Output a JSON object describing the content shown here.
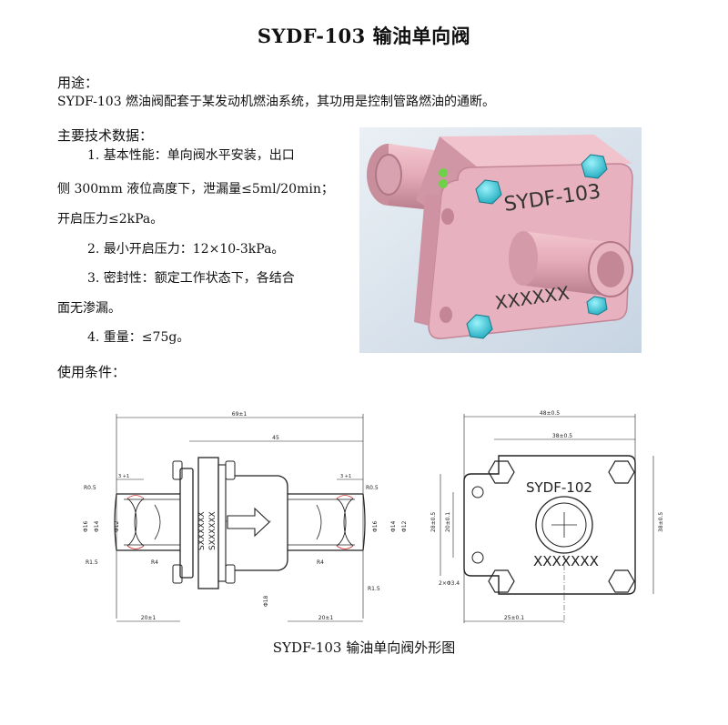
{
  "title": "SYDF-103 输油单向阀",
  "usage": {
    "heading": "用途：",
    "text": "SYDF-103 燃油阀配套于某发动机燃油系统，其功用是控制管路燃油的通断。"
  },
  "specs": {
    "heading": "主要技术数据：",
    "lines": [
      "1. 基本性能：单向阀水平安装，出口",
      "侧 300mm 液位高度下，泄漏量≤5ml/20min；",
      "开启压力≤2kPa。",
      "2. 最小开启压力：12×10-3kPa。",
      "3. 密封性：额定工作状态下，各结合",
      "面无渗漏。",
      "4. 重量：≤75g。"
    ]
  },
  "conditions": {
    "heading": "使用条件："
  },
  "render_image": {
    "plate_text": "SYDF-103",
    "serial_text": "XXXXXX",
    "colors": {
      "body": "#e3a8b6",
      "bolt": "#2ec4d6",
      "background": "#d2dde8"
    }
  },
  "drawing": {
    "side_view": {
      "dim_overall": "69±1",
      "dim_inner": "45",
      "dim_left": "20±1",
      "dim_right": "20±1",
      "dim_left_small": "3 +1",
      "dim_right_small": "3 +1",
      "radius_top_left": "R0.5",
      "radius_top_right": "R0.5",
      "radius_bottom_left": "R1.5",
      "radius_bottom_right": "R1.5",
      "radius_r4_left": "R4",
      "radius_r4_right": "R4",
      "dia_outer_left": "Φ16",
      "dia_inner_left": "Φ14",
      "dia_bore_left": "Φ12",
      "dia_outer_right": "Φ16",
      "dia_inner_right": "Φ14",
      "dia_bore_right": "Φ12",
      "dia_center": "Φ18",
      "serial_1": "SXXXXXX",
      "serial_2": "SXXXXXX"
    },
    "front_view": {
      "dim_width": "48±0.5",
      "dim_hole_spacing": "38±0.5",
      "dim_offset": "25±0.1",
      "dim_height": "38±0.5",
      "dim_left_outer": "28±0.5",
      "dim_left_inner": "20±0.1",
      "holes_label": "2×Φ3.4",
      "plate_text": "SYDF-102",
      "serial_text": "XXXXXXX"
    }
  },
  "caption": "SYDF-103 输油单向阀外形图"
}
